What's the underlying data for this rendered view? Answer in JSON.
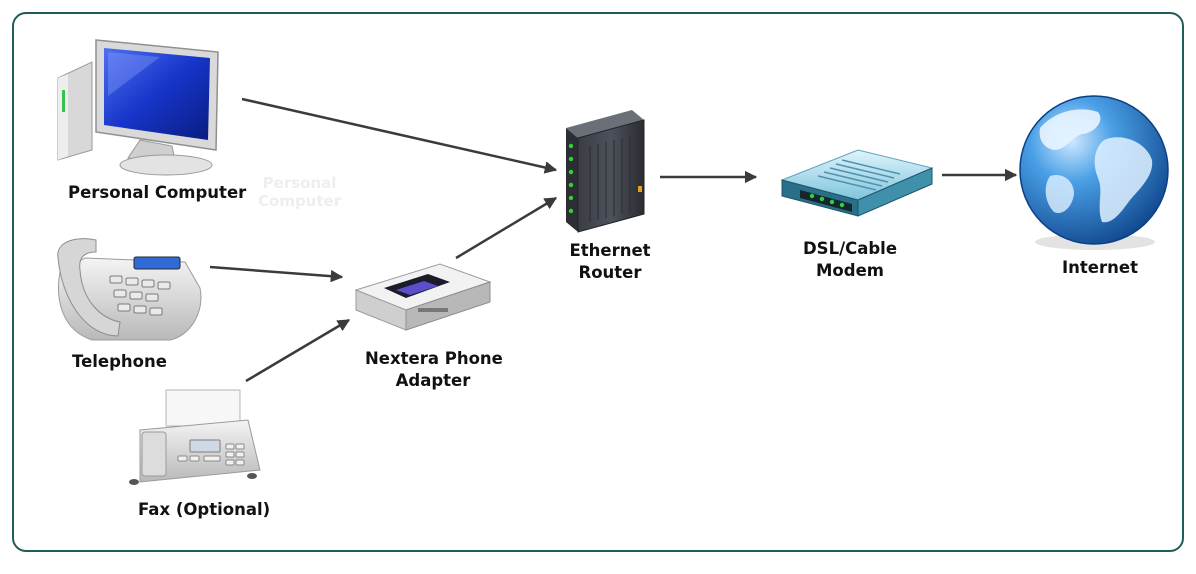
{
  "colors": {
    "frame": "#1e5e57",
    "arrow": "#3b3b3b",
    "screen": "#1635c9",
    "led": "#2fd33a",
    "globe": "#1f6fb6"
  },
  "nodes": {
    "computer": {
      "label": "Personal Computer",
      "icon": "desktop-computer-icon"
    },
    "computer_ghost": {
      "line1": "Personal",
      "line2": "Computer"
    },
    "telephone": {
      "label": "Telephone",
      "icon": "telephone-icon"
    },
    "fax": {
      "label": "Fax (Optional)",
      "icon": "fax-machine-icon"
    },
    "adapter": {
      "line1": "Nextera Phone",
      "line2": "Adapter",
      "icon": "phone-adapter-icon"
    },
    "router": {
      "line1": "Ethernet",
      "line2": "Router",
      "icon": "router-icon"
    },
    "modem": {
      "line1": "DSL/Cable",
      "line2": "Modem",
      "icon": "modem-icon"
    },
    "internet": {
      "label": "Internet",
      "icon": "globe-icon"
    }
  },
  "edges": [
    {
      "from": "Personal Computer",
      "to": "Ethernet Router"
    },
    {
      "from": "Telephone",
      "to": "Nextera Phone Adapter"
    },
    {
      "from": "Fax (Optional)",
      "to": "Nextera Phone Adapter"
    },
    {
      "from": "Nextera Phone Adapter",
      "to": "Ethernet Router"
    },
    {
      "from": "Ethernet Router",
      "to": "DSL/Cable Modem"
    },
    {
      "from": "DSL/Cable Modem",
      "to": "Internet"
    }
  ]
}
